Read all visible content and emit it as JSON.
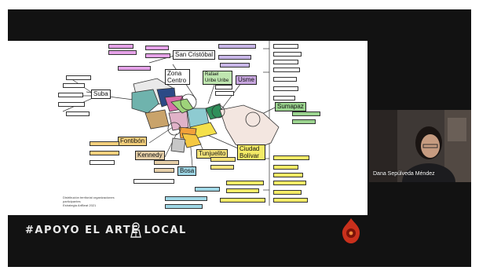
{
  "meeting": {
    "participant_name": "Dana Sepúlveda Méndez"
  },
  "banner": {
    "text": "#APOYO EL ARTE LOCAL"
  },
  "slide": {
    "caption_line1": "Distribución territorial organizaciones participantes",
    "caption_line2": "Estrategia ArtBeat 2021",
    "labels": {
      "suba": "Suba",
      "san_cristobal": "San Cristóbal",
      "zona_centro": "Zona Centro",
      "rafael_uribe": "Rafael Uribe Uribe",
      "usme": "Usme",
      "sumapaz": "Sumapaz",
      "fontibon": "Fontibón",
      "kennedy": "Kennedy",
      "tunjuelito": "Tunjuelito",
      "ciudad_bolivar": "Ciudad Bolívar",
      "bosa": "Bosa"
    }
  },
  "colors": {
    "window_bg": "#121212",
    "banner_text": "#eaeaea",
    "logo_red": "#c9301c"
  }
}
